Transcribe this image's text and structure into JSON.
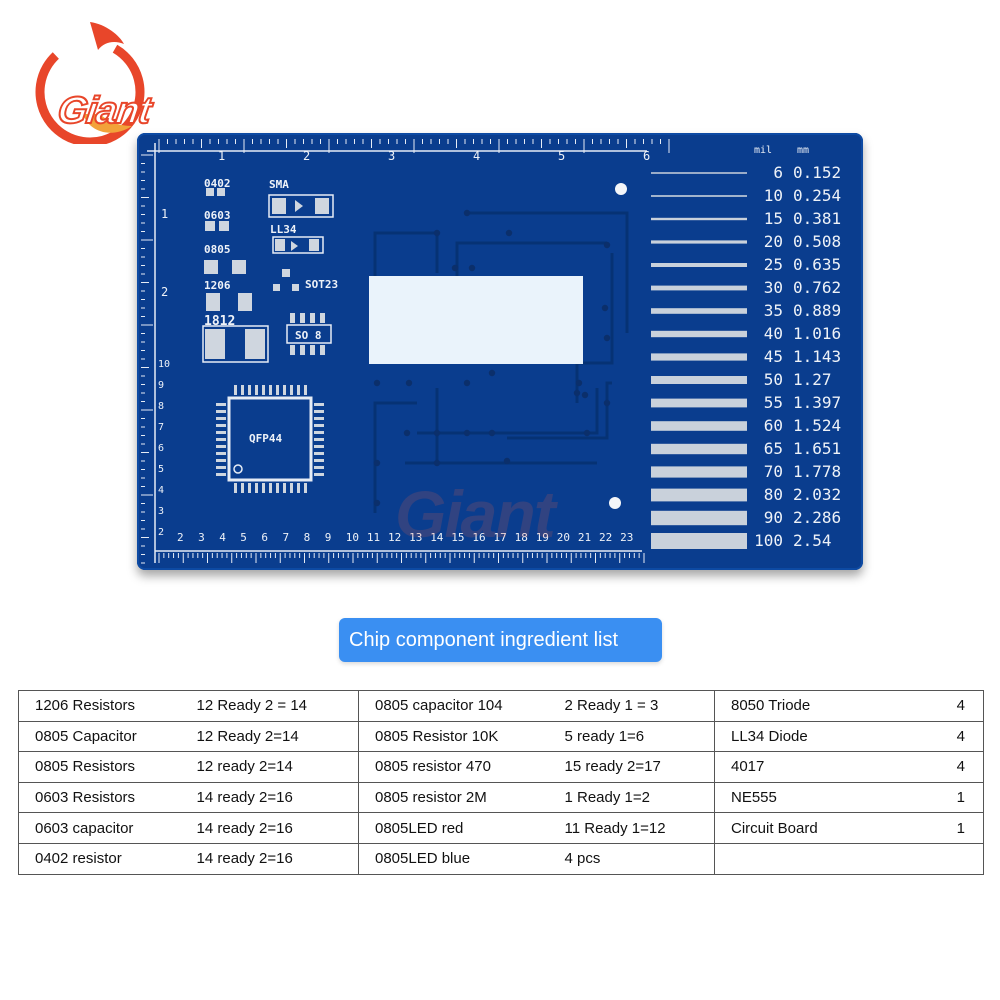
{
  "logo": {
    "brand": "Giant"
  },
  "watermark": "Giant",
  "board": {
    "top_ruler_labels": [
      "1",
      "2",
      "3",
      "4",
      "5",
      "6"
    ],
    "left_ruler_labels": [
      "1",
      "2"
    ],
    "left_ruler_small_labels": [
      "10",
      "9",
      "8",
      "7",
      "6",
      "5",
      "4",
      "3",
      "2"
    ],
    "bottom_ruler_labels": [
      "2",
      "3",
      "4",
      "5",
      "6",
      "7",
      "8",
      "9",
      "10",
      "11",
      "12",
      "13",
      "14",
      "15",
      "16",
      "17",
      "18",
      "19",
      "20",
      "21",
      "22",
      "23"
    ],
    "component_labels": {
      "c0402": "0402",
      "c0603": "0603",
      "c0805": "0805",
      "c1206": "1206",
      "c1812": "1812",
      "sma": "SMA",
      "ll34": "LL34",
      "sot23": "SOT23",
      "so8": "SO 8",
      "qfp44": "QFP44"
    },
    "gauge_headers": {
      "mil": "mil",
      "mm": "mm"
    },
    "gauge": [
      {
        "mil": "6",
        "mm": "0.152"
      },
      {
        "mil": "10",
        "mm": "0.254"
      },
      {
        "mil": "15",
        "mm": "0.381"
      },
      {
        "mil": "20",
        "mm": "0.508"
      },
      {
        "mil": "25",
        "mm": "0.635"
      },
      {
        "mil": "30",
        "mm": "0.762"
      },
      {
        "mil": "35",
        "mm": "0.889"
      },
      {
        "mil": "40",
        "mm": "1.016"
      },
      {
        "mil": "45",
        "mm": "1.143"
      },
      {
        "mil": "50",
        "mm": "1.27"
      },
      {
        "mil": "55",
        "mm": "1.397"
      },
      {
        "mil": "60",
        "mm": "1.524"
      },
      {
        "mil": "65",
        "mm": "1.651"
      },
      {
        "mil": "70",
        "mm": "1.778"
      },
      {
        "mil": "80",
        "mm": "2.032"
      },
      {
        "mil": "90",
        "mm": "2.286"
      },
      {
        "mil": "100",
        "mm": "2.54"
      }
    ]
  },
  "header": {
    "title": "Chip component ingredient list"
  },
  "table": {
    "rows": [
      [
        {
          "name": "1206 Resistors",
          "qty": "12 Ready 2 = 14"
        },
        {
          "name": "0805 capacitor 104",
          "qty": "2 Ready 1 = 3"
        },
        {
          "name": "8050 Triode",
          "qty": "4"
        }
      ],
      [
        {
          "name": "0805 Capacitor",
          "qty": "12 Ready 2=14"
        },
        {
          "name": "0805 Resistor 10K",
          "qty": "5 ready 1=6"
        },
        {
          "name": "LL34 Diode",
          "qty": "4"
        }
      ],
      [
        {
          "name": "0805 Resistors",
          "qty": "12 ready 2=14"
        },
        {
          "name": "0805 resistor 470",
          "qty": "15 ready 2=17"
        },
        {
          "name": "4017",
          "qty": "4"
        }
      ],
      [
        {
          "name": "0603 Resistors",
          "qty": "14 ready 2=16"
        },
        {
          "name": "0805 resistor 2M",
          "qty": "1 Ready 1=2"
        },
        {
          "name": "NE555",
          "qty": "1"
        }
      ],
      [
        {
          "name": "0603 capacitor",
          "qty": "14 ready 2=16"
        },
        {
          "name": "0805LED red",
          "qty": "11 Ready 1=12"
        },
        {
          "name": "Circuit Board",
          "qty": "1"
        }
      ],
      [
        {
          "name": "0402 resistor",
          "qty": "14 ready 2=16"
        },
        {
          "name": "0805LED blue",
          "qty": "4 pcs"
        },
        {
          "name": "",
          "qty": ""
        }
      ]
    ]
  }
}
